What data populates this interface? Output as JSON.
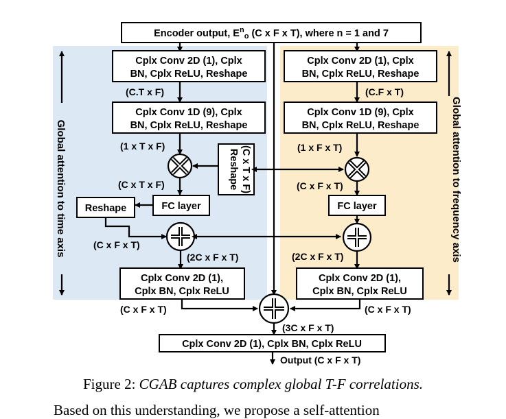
{
  "diagram": {
    "encoder_prefix": "Encoder output, E",
    "encoder_sup": "n",
    "encoder_sub": "o",
    "encoder_suffix": " (C x F x T), where n = 1 and 7",
    "left_conv2d": [
      "Cplx Conv 2D (1), Cplx",
      "BN, Cplx ReLU, Reshape"
    ],
    "left_conv1d": [
      "Cplx Conv 1D (9), Cplx",
      "BN, Cplx ReLU, Reshape"
    ],
    "right_conv2d": [
      "Cplx Conv 2D (1), Cplx",
      "BN, Cplx ReLU, Reshape"
    ],
    "right_conv1d": [
      "Cplx Conv 1D (9), Cplx",
      "BN, Cplx ReLU, Reshape"
    ],
    "reshape_center": [
      "Reshape",
      "(C x T x F)"
    ],
    "reshape_left": "Reshape",
    "fc_left": "FC layer",
    "fc_right": "FC layer",
    "left_bottom_conv": [
      "Cplx Conv 2D (1),",
      "Cplx BN, Cplx ReLU"
    ],
    "right_bottom_conv": [
      "Cplx Conv 2D (1),",
      "Cplx BN, Cplx ReLU"
    ],
    "final_conv": "Cplx Conv 2D (1), Cplx BN, Cplx ReLU",
    "output_label": "Output (C x F x T)",
    "side_left": "Global attention to time axis",
    "side_right": "Global attention to frequency axis",
    "dim_labels": {
      "l_ctf": "(C.T x F)",
      "l_1txf": "(1 x T x F)",
      "l_cxtxf": "(C x T x F)",
      "l_cxfxt": "(C x F x T)",
      "l_2c": "(2C x F x T)",
      "l_bottom": "(C x F x T)",
      "r_cft": "(C.F x T)",
      "r_1fxt": "(1 x F x T)",
      "r_cxfxt": "(C x F x T)",
      "r_2c": "(2C x F x T)",
      "r_bottom": "(C x F x T)",
      "c_3c": "(3C x F x T)"
    },
    "colors": {
      "left_panel": "#dce8f3",
      "right_panel": "#fcecc9",
      "stroke": "#000000"
    },
    "icons": {
      "multiply": "circled-times",
      "add": "circled-plus"
    }
  },
  "caption": {
    "prefix": "Figure 2: ",
    "italic": "CGAB captures complex global T-F correlations."
  },
  "body_text": "Based on this understanding, we propose a self-attention"
}
